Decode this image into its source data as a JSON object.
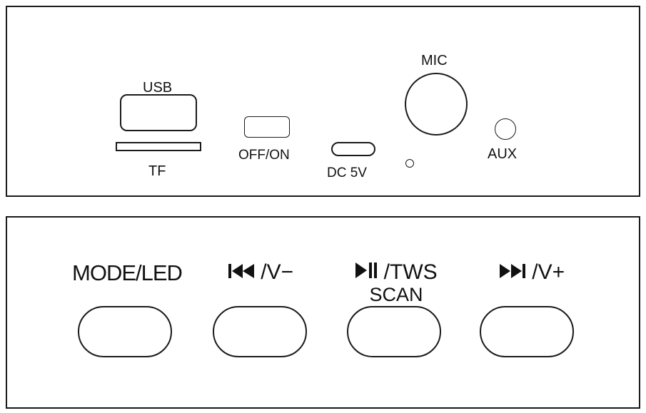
{
  "top_panel": {
    "usb_label": "USB",
    "tf_label": "TF",
    "switch_label": "OFF/ON",
    "dc_label": "DC 5V",
    "mic_label": "MIC",
    "aux_label": "AUX"
  },
  "bottom_panel": {
    "mode_label": "MODE/LED",
    "prev_suffix": "/V−",
    "play_suffix": "/TWS",
    "play_line2": "SCAN",
    "next_suffix": "/V+",
    "prev_icon": "skip-previous-icon",
    "play_icon": "play-pause-icon",
    "next_icon": "skip-next-icon"
  }
}
